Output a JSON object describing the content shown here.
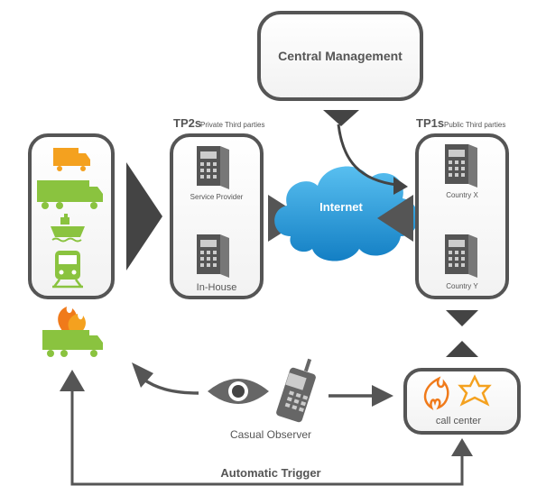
{
  "central": {
    "label": "Central Management"
  },
  "tp2": {
    "title": "TP2s",
    "subtitle": "Private Third parties",
    "item1": "Service Provider",
    "item2": "In-House"
  },
  "tp1": {
    "title": "TP1s",
    "subtitle": "Public Third parties",
    "item1": "Country X",
    "item2": "Country Y"
  },
  "internet": {
    "label": "Internet"
  },
  "callcenter": {
    "label": "call center"
  },
  "observer": {
    "label": "Casual Observer"
  },
  "trigger": {
    "label": "Automatic Trigger"
  },
  "colors": {
    "orange": "#f4a11f",
    "green": "#8ac33f",
    "internet_blue": "#2299d8",
    "arrow_gray": "#555555",
    "fire": "#f07a1a"
  }
}
